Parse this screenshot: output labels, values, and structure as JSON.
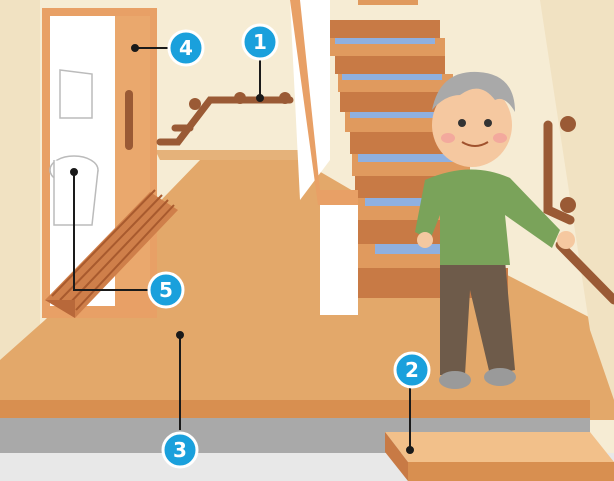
{
  "callouts": [
    {
      "id": "1",
      "label": "1"
    },
    {
      "id": "2",
      "label": "2"
    },
    {
      "id": "3",
      "label": "3"
    },
    {
      "id": "4",
      "label": "4"
    },
    {
      "id": "5",
      "label": "5"
    }
  ],
  "colors": {
    "wall": "#f6ecd4",
    "floor": "#e3a86a",
    "wood": "#e09a5e",
    "wood_dark": "#b86a3a",
    "handrail": "#9a5a35",
    "tread_mat": "#8fb0e0",
    "stair_riser": "#c87a45",
    "callout_fill": "#1aa0dc",
    "callout_stroke": "#ffffff",
    "leader": "#1a1a1a",
    "shirt": "#7aa35a",
    "pants": "#6e5b4a",
    "skin": "#f5c8a0",
    "hair": "#a9a9a9"
  },
  "icons": [
    "handrail-icon",
    "toilet-icon",
    "sliding-door-icon",
    "step-slope-icon",
    "elderly-person-icon"
  ]
}
